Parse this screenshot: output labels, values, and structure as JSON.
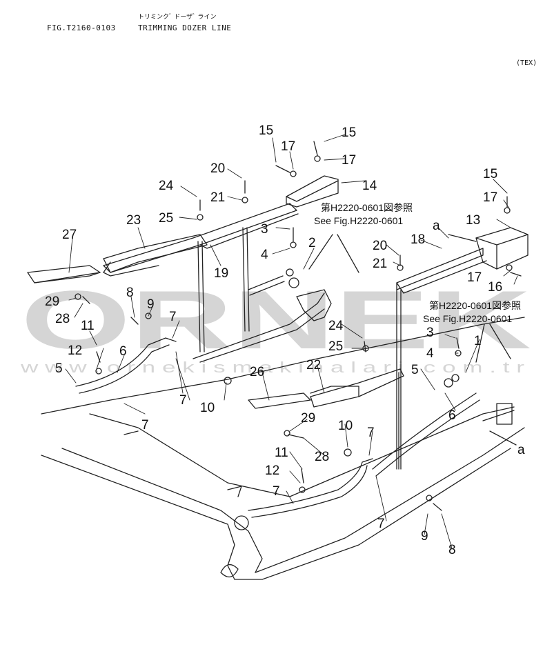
{
  "header": {
    "kana_title": "トリミンクﾞ ドーザﾞ ライン",
    "fig_number": "FIG.T2160-0103",
    "title": "TRIMMING DOZER LINE",
    "tex": "(TEX)"
  },
  "refs": {
    "ref1_jp": "第H2220-0601図参照",
    "ref1_en": "See Fig.H2220-0601",
    "ref2_jp": "第H2220-0601図参照",
    "ref2_en": "See Fig.H2220-0601"
  },
  "watermark": {
    "brand": "ORNEK",
    "url": "w w w . o r n e k i s m a k i n a l a r i . c o m . t r"
  },
  "callouts": [
    {
      "id": "c15a",
      "text": "15"
    },
    {
      "id": "c15b",
      "text": "15"
    },
    {
      "id": "c17a",
      "text": "17"
    },
    {
      "id": "c17b",
      "text": "17"
    },
    {
      "id": "c14",
      "text": "14"
    },
    {
      "id": "c20a",
      "text": "20"
    },
    {
      "id": "c24a",
      "text": "24"
    },
    {
      "id": "c21a",
      "text": "21"
    },
    {
      "id": "c25a",
      "text": "25"
    },
    {
      "id": "c23",
      "text": "23"
    },
    {
      "id": "c27",
      "text": "27"
    },
    {
      "id": "c19",
      "text": "19"
    },
    {
      "id": "c3a",
      "text": "3"
    },
    {
      "id": "c4a",
      "text": "4"
    },
    {
      "id": "c2",
      "text": "2"
    },
    {
      "id": "c29a",
      "text": "29"
    },
    {
      "id": "c28a",
      "text": "28"
    },
    {
      "id": "c8a",
      "text": "8"
    },
    {
      "id": "c9a",
      "text": "9"
    },
    {
      "id": "c7a",
      "text": "7"
    },
    {
      "id": "c11a",
      "text": "11"
    },
    {
      "id": "c12a",
      "text": "12"
    },
    {
      "id": "c6a",
      "text": "6"
    },
    {
      "id": "c5a",
      "text": "5"
    },
    {
      "id": "c7b",
      "text": "7"
    },
    {
      "id": "c7c",
      "text": "7"
    },
    {
      "id": "c10a",
      "text": "10"
    },
    {
      "id": "c15c",
      "text": "15"
    },
    {
      "id": "c17c",
      "text": "17"
    },
    {
      "id": "c13",
      "text": "13"
    },
    {
      "id": "ca1",
      "text": "a"
    },
    {
      "id": "c18",
      "text": "18"
    },
    {
      "id": "c20b",
      "text": "20"
    },
    {
      "id": "c21b",
      "text": "21"
    },
    {
      "id": "c17d",
      "text": "17"
    },
    {
      "id": "c16",
      "text": "16"
    },
    {
      "id": "c3b",
      "text": "3"
    },
    {
      "id": "c1",
      "text": "1"
    },
    {
      "id": "c4b",
      "text": "4"
    },
    {
      "id": "c24b",
      "text": "24"
    },
    {
      "id": "c25b",
      "text": "25"
    },
    {
      "id": "c26",
      "text": "26"
    },
    {
      "id": "c22",
      "text": "22"
    },
    {
      "id": "c5b",
      "text": "5"
    },
    {
      "id": "c6b",
      "text": "6"
    },
    {
      "id": "c29b",
      "text": "29"
    },
    {
      "id": "c28b",
      "text": "28"
    },
    {
      "id": "c10b",
      "text": "10"
    },
    {
      "id": "c7d",
      "text": "7"
    },
    {
      "id": "c11b",
      "text": "11"
    },
    {
      "id": "c12b",
      "text": "12"
    },
    {
      "id": "c7e",
      "text": "7"
    },
    {
      "id": "c7f",
      "text": "7"
    },
    {
      "id": "c9b",
      "text": "9"
    },
    {
      "id": "c8b",
      "text": "8"
    },
    {
      "id": "ca2",
      "text": "a"
    }
  ]
}
